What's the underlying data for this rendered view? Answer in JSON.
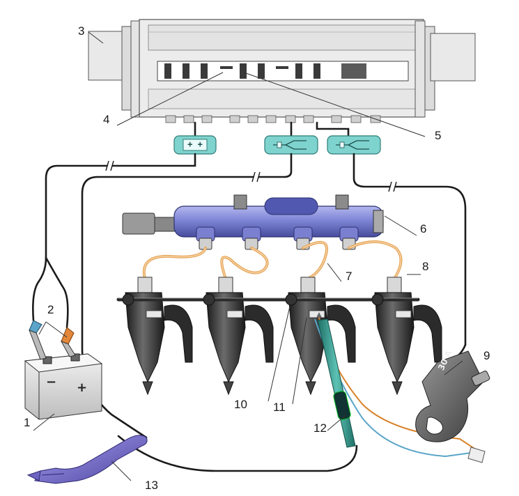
{
  "callouts": [
    {
      "number": "1"
    },
    {
      "number": "2"
    },
    {
      "number": "3"
    },
    {
      "number": "4"
    },
    {
      "number": "5"
    },
    {
      "number": "6"
    },
    {
      "number": "7"
    },
    {
      "number": "8"
    },
    {
      "number": "9"
    },
    {
      "number": "10"
    },
    {
      "number": "11"
    },
    {
      "number": "12"
    },
    {
      "number": "13"
    }
  ],
  "clamp_meter": {
    "rating": "30 A"
  },
  "connector_a": {
    "symbol": "+ +"
  },
  "colors": {
    "rail": "#7f86d6",
    "hose": "#e6a65a",
    "injector": "#2b2b2b",
    "connector_box": "#7fd3cf",
    "probe": "#2e9a8c",
    "clip": "#7a6fc9",
    "wire": "#1b1b1b"
  }
}
